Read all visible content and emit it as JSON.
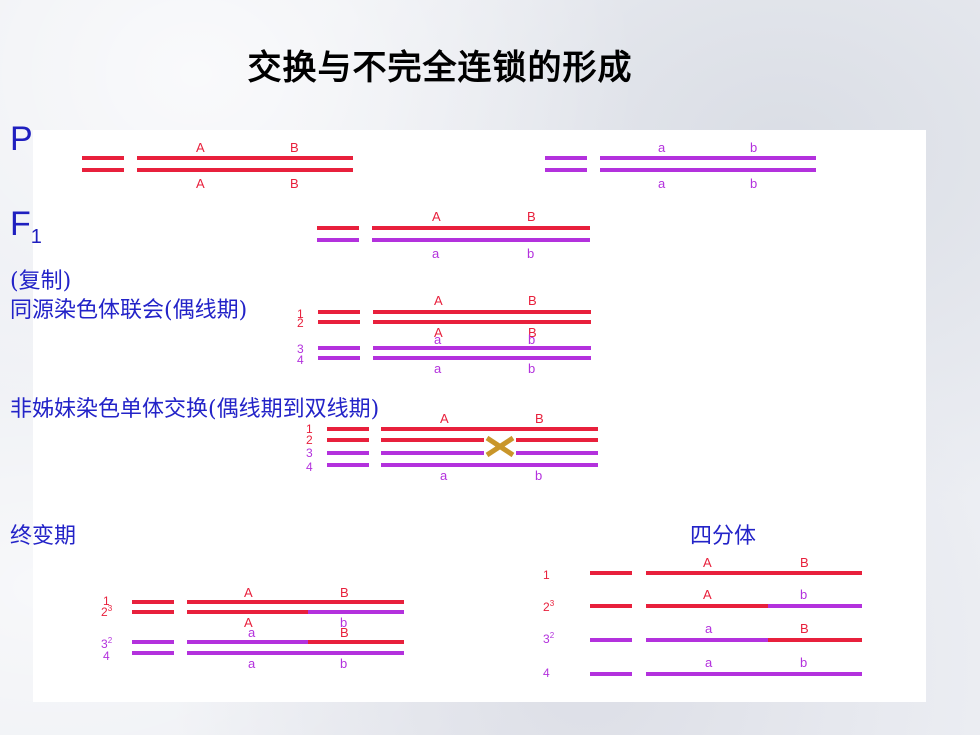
{
  "title": "交换与不完全连锁的形成",
  "labels": {
    "p": "P",
    "f": "F",
    "f_sub": "1",
    "replicate": "(复制)",
    "synapsis": "同源染色体联会(偶线期)",
    "crossover": "非姊妹染色单体交换(偶线期到双线期)",
    "diakinesis": "终变期",
    "tetrad": "四分体"
  },
  "genes": {
    "A": "A",
    "B": "B",
    "a": "a",
    "b": "b"
  },
  "strand_numbers": {
    "n1": "1",
    "n2": "2",
    "n3": "3",
    "n4": "4",
    "sup2": "2",
    "sup3": "3"
  },
  "colors": {
    "red_strand": "#e8203c",
    "purple_strand": "#b331dd",
    "label_blue": "#2323c8",
    "cross_mark": "#c9962a",
    "background": "#eceef3",
    "panel": "#ffffff"
  }
}
